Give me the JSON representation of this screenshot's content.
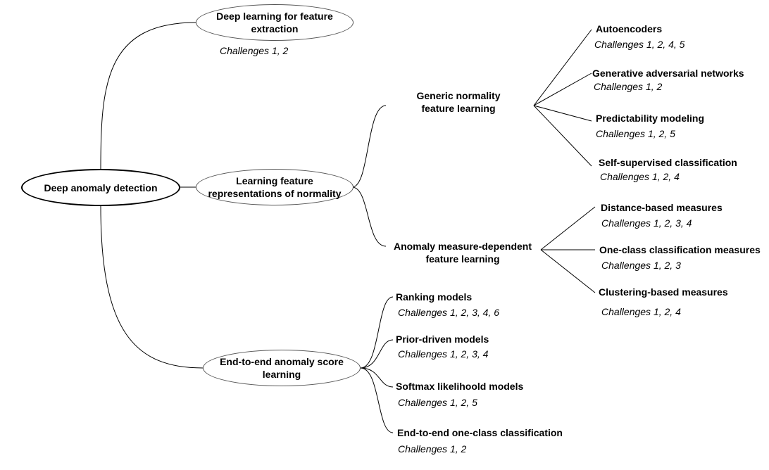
{
  "root": {
    "label": "Deep anomaly detection"
  },
  "branch_feature_extraction": {
    "label": "Deep learning for feature extraction",
    "challenges": "Challenges 1, 2"
  },
  "branch_normality": {
    "label": "Learning feature representations of normality",
    "generic": {
      "label": "Generic normality feature learning",
      "children": [
        {
          "label": "Autoencoders",
          "challenges": "Challenges 1, 2, 4, 5"
        },
        {
          "label": "Generative adversarial networks",
          "challenges": "Challenges 1, 2"
        },
        {
          "label": "Predictability modeling",
          "challenges": "Challenges 1, 2, 5"
        },
        {
          "label": "Self-supervised classification",
          "challenges": "Challenges 1, 2, 4"
        }
      ]
    },
    "measure_dependent": {
      "label": "Anomaly measure-dependent feature learning",
      "children": [
        {
          "label": "Distance-based measures",
          "challenges": "Challenges 1, 2, 3, 4"
        },
        {
          "label": "One-class classification measures",
          "challenges": "Challenges 1, 2, 3"
        },
        {
          "label": "Clustering-based measures",
          "challenges": "Challenges 1, 2, 4"
        }
      ]
    }
  },
  "branch_end_to_end": {
    "label": "End-to-end anomaly score learning",
    "children": [
      {
        "label": "Ranking models",
        "challenges": "Challenges 1, 2, 3, 4, 6"
      },
      {
        "label": "Prior-driven models",
        "challenges": "Challenges 1, 2, 3, 4"
      },
      {
        "label": "Softmax likelihoold models",
        "challenges": "Challenges 1, 2, 5"
      },
      {
        "label": "End-to-end one-class classification",
        "challenges": "Challenges 1, 2"
      }
    ]
  }
}
